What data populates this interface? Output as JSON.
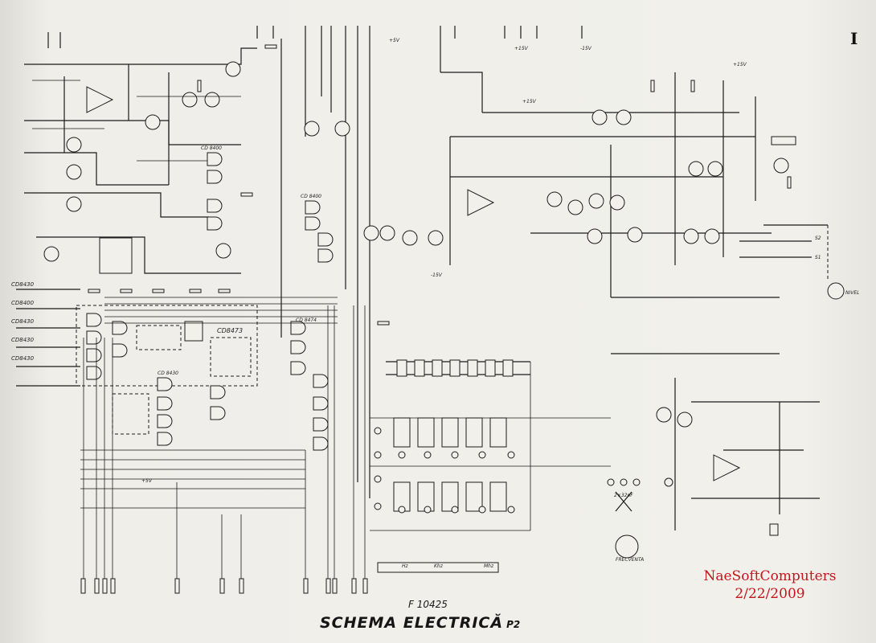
{
  "sheet": {
    "number": "I",
    "drawing_code": "F 10425",
    "title": "SCHEMA ELECTRICĂ",
    "page": "P2"
  },
  "watermark": {
    "line1": "NaeSoftComputers",
    "line2": "2/22/2009"
  },
  "chips": [
    "CD 8400",
    "CD 8400",
    "CD8473",
    "CD 8430",
    "CD 8474"
  ],
  "left_inputs": [
    "CD8430",
    "CD8400",
    "CD8430",
    "CD8430",
    "CD8430"
  ],
  "supply_labels": [
    "+5V",
    "+5V",
    "+15V",
    "-15V",
    "+15V",
    "+15V",
    "-15V"
  ],
  "knob_label": "FRECVENTA",
  "level_label": "NIVEL",
  "switch_labels": [
    "S2",
    "S1"
  ],
  "range_labels": [
    "Mhz",
    "Khz",
    "Hz"
  ],
  "pot_label": "2×32pF"
}
